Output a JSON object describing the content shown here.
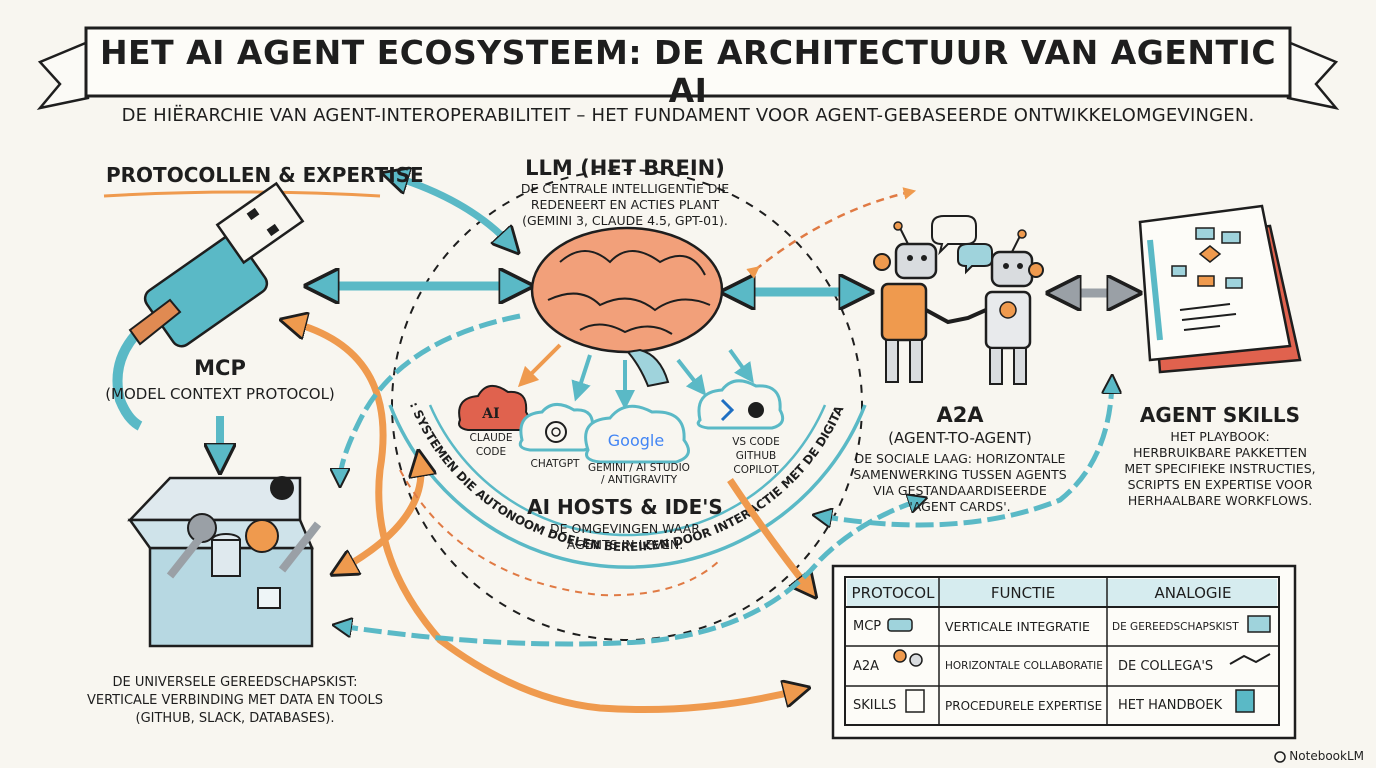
{
  "title": "HET AI AGENT ECOSYSTEEM: DE ARCHITECTUUR VAN AGENTIC AI",
  "subtitle": "DE HIËRARCHIE VAN AGENT-INTEROPERABILITEIT – HET FUNDAMENT VOOR AGENT-GEBASEERDE ONTWIKKELOMGEVINGEN.",
  "protocols_label": "PROTOCOLLEN & EXPERTISE",
  "llm": {
    "title": "LLM (HET BREIN)",
    "lines": [
      "DE CENTRALE INTELLIGENTIE DIE",
      "REDENEERT EN ACTIES PLANT",
      "(GEMINI 3, CLAUDE 4.5, GPT-01)."
    ]
  },
  "mcp": {
    "title": "MCP",
    "subtitle": "(MODEL CONTEXT PROTOCOL)",
    "lines": [
      "DE UNIVERSELE GEREEDSCHAPSKIST:",
      "VERTICALE VERBINDING MET DATA EN TOOLS",
      "(GITHUB, SLACK, DATABASES)."
    ]
  },
  "hosts": {
    "claude": [
      "CLAUDE",
      "CODE"
    ],
    "chatgpt": "CHATGPT",
    "gemini": [
      "GEMINI / AI STUDIO",
      "/ ANTIGRAVITY"
    ],
    "vscode": [
      "VS CODE",
      "GITHUB",
      "COPILOT"
    ],
    "google_logo": "Google",
    "anthropic_logo": "AI",
    "title": "AI HOSTS & IDE'S",
    "lines": [
      "DE OMGEVINGEN WAAR",
      "AGENTS IN LEVEN."
    ]
  },
  "arc_text": "AGENTIC AI: SYSTEMEN DIE AUTONOOM DOELEN BEREIKEN DOOR INTERACTIE MET DE DIGITALE WERELD.",
  "a2a": {
    "title": "A2A",
    "subtitle": "(AGENT-TO-AGENT)",
    "lines": [
      "DE SOCIALE LAAG: HORIZONTALE",
      "SAMENWERKING TUSSEN AGENTS",
      "VIA GESTANDAARDISEERDE",
      "'AGENT CARDS'."
    ]
  },
  "skills": {
    "title": "AGENT SKILLS",
    "lines": [
      "HET PLAYBOOK:",
      "HERBRUIKBARE PAKKETTEN",
      "MET SPECIFIEKE INSTRUCTIES,",
      "SCRIPTS EN EXPERTISE VOOR",
      "HERHAALBARE WORKFLOWS."
    ]
  },
  "table": {
    "headers": [
      "PROTOCOL",
      "FUNCTIE",
      "ANALOGIE"
    ],
    "rows": [
      [
        "MCP",
        "VERTICALE INTEGRATIE",
        "DE GEREEDSCHAPSKIST"
      ],
      [
        "A2A",
        "HORIZONTALE COLLABORATIE",
        "DE COLLEGA'S"
      ],
      [
        "SKILLS",
        "PROCEDURELE EXPERTISE",
        "HET HANDBOEK"
      ]
    ]
  },
  "watermark": "NotebookLM",
  "colors": {
    "teal": "#5ab9c6",
    "orange": "#ef9a4e",
    "ink": "#1e1e1e",
    "red": "#e0624e",
    "paper": "#f8f6f0"
  }
}
